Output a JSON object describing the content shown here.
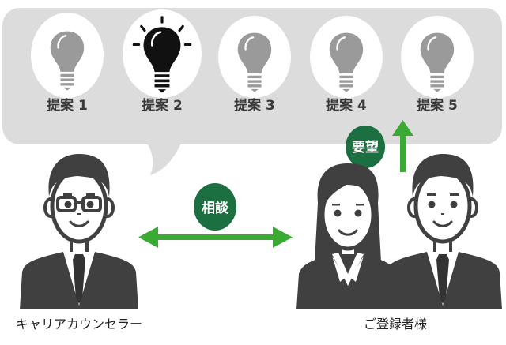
{
  "proposals": [
    {
      "label": "提案 1",
      "active": false
    },
    {
      "label": "提案 2",
      "active": true
    },
    {
      "label": "提案 3",
      "active": false
    },
    {
      "label": "提案 4",
      "active": false
    },
    {
      "label": "提案 5",
      "active": false
    }
  ],
  "badges": {
    "consult": "相談",
    "request": "要望"
  },
  "people": {
    "counselor": "キャリアカウンセラー",
    "registrants": "ご登録者様"
  },
  "colors": {
    "bubble": "#dcdcdc",
    "bulb_inactive": "#9a9a9a",
    "bulb_active": "#111111",
    "arrow": "#3aaa35",
    "badge": "#1b6f41",
    "suit": "#404040"
  }
}
